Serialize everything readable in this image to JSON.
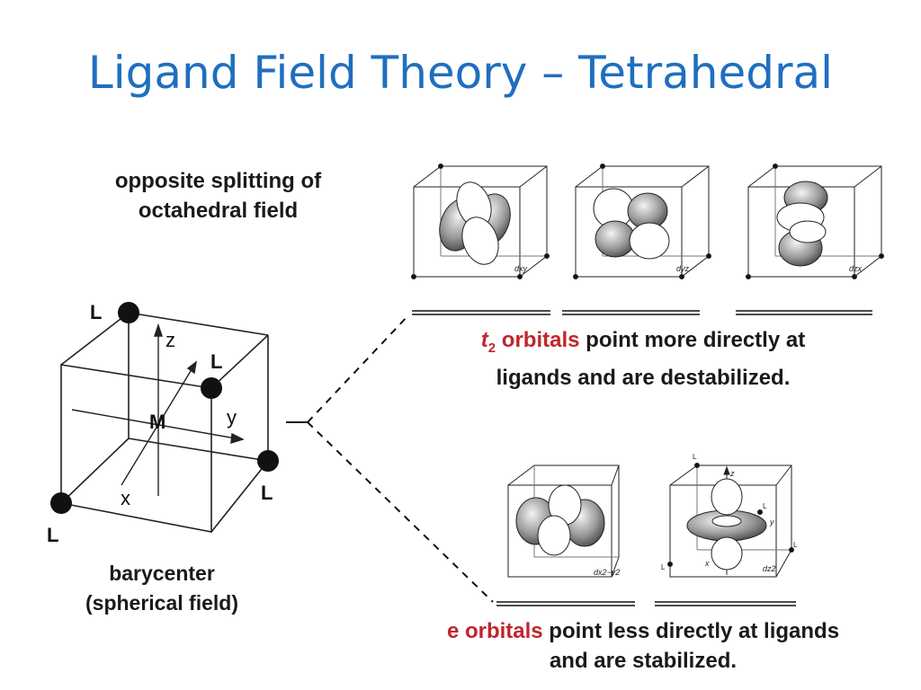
{
  "title": "Ligand Field Theory – Tetrahedral",
  "splitting_note": [
    "opposite splitting of",
    "octahedral field"
  ],
  "cube_labels": {
    "ligand": "L",
    "metal": "M",
    "axis_x": "x",
    "axis_y": "y",
    "axis_z": "z"
  },
  "barycenter": [
    "barycenter",
    "(spherical field)"
  ],
  "t2": {
    "symbol": "t",
    "subscript": "2",
    "word": " orbitals",
    "rest": " point more directly at",
    "line2": "ligands and are destabilized.",
    "orbitals": [
      "dxy",
      "dyz",
      "dzx"
    ]
  },
  "e": {
    "word": "e orbitals",
    "rest": " point less directly at ligands",
    "line2": "and are stabilized.",
    "orbitals": [
      "dx2−y2",
      "dz2"
    ]
  },
  "colors": {
    "title": "#1f6fbf",
    "highlight": "#c0262d",
    "text": "#1a1a1a"
  }
}
